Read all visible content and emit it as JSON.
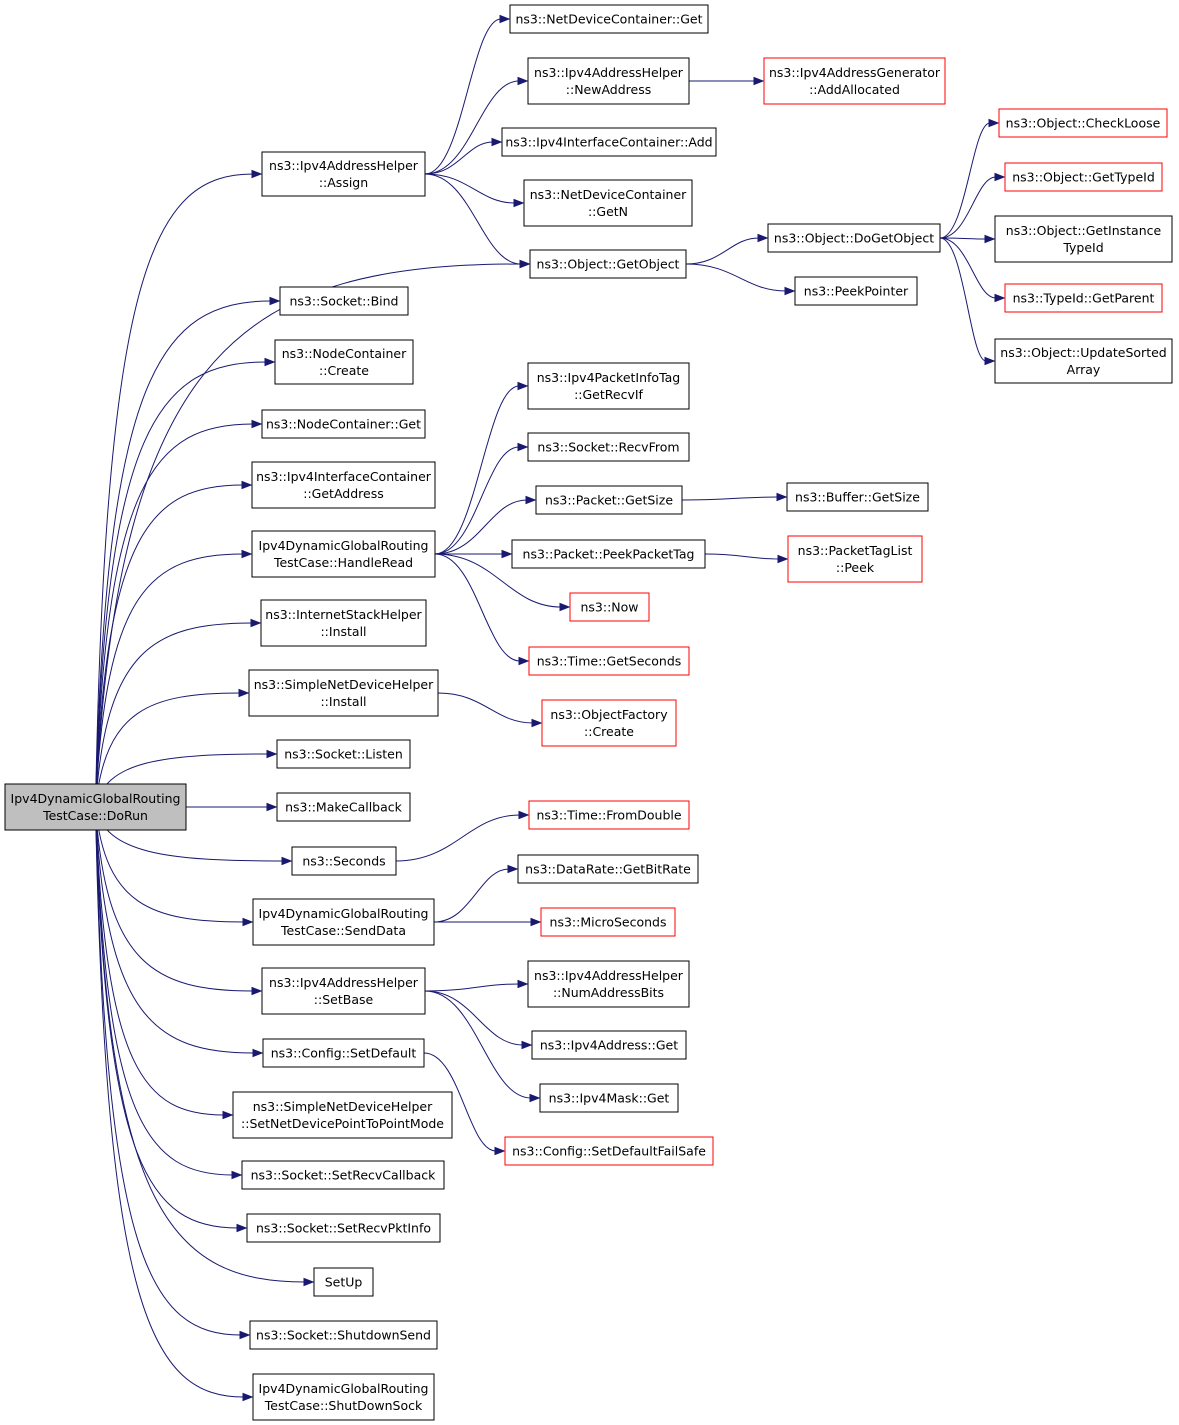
{
  "nodes": [
    {
      "id": "root",
      "lines": [
        "Ipv4DynamicGlobalRouting",
        "TestCase::DoRun"
      ],
      "style": "root"
    },
    {
      "id": "ndc_get",
      "lines": [
        "ns3::NetDeviceContainer::Get"
      ],
      "style": "black"
    },
    {
      "id": "addr_newaddress",
      "lines": [
        "ns3::Ipv4AddressHelper",
        "::NewAddress"
      ],
      "style": "black"
    },
    {
      "id": "addrgen_addallocated",
      "lines": [
        "ns3::Ipv4AddressGenerator",
        "::AddAllocated"
      ],
      "style": "red"
    },
    {
      "id": "ifc_add",
      "lines": [
        "ns3::Ipv4InterfaceContainer::Add"
      ],
      "style": "black"
    },
    {
      "id": "addr_assign",
      "lines": [
        "ns3::Ipv4AddressHelper",
        "::Assign"
      ],
      "style": "black"
    },
    {
      "id": "ndc_getn",
      "lines": [
        "ns3::NetDeviceContainer",
        "::GetN"
      ],
      "style": "black"
    },
    {
      "id": "obj_getobject",
      "lines": [
        "ns3::Object::GetObject"
      ],
      "style": "black"
    },
    {
      "id": "obj_dogetobject",
      "lines": [
        "ns3::Object::DoGetObject"
      ],
      "style": "black"
    },
    {
      "id": "obj_checkloose",
      "lines": [
        "ns3::Object::CheckLoose"
      ],
      "style": "red"
    },
    {
      "id": "obj_gettypeid",
      "lines": [
        "ns3::Object::GetTypeId"
      ],
      "style": "red"
    },
    {
      "id": "obj_getinstancetypeid",
      "lines": [
        "ns3::Object::GetInstance",
        "TypeId"
      ],
      "style": "black"
    },
    {
      "id": "typeid_getparent",
      "lines": [
        "ns3::TypeId::GetParent"
      ],
      "style": "red"
    },
    {
      "id": "obj_updatesortedarray",
      "lines": [
        "ns3::Object::UpdateSorted",
        "Array"
      ],
      "style": "black"
    },
    {
      "id": "peekpointer",
      "lines": [
        "ns3::PeekPointer"
      ],
      "style": "black"
    },
    {
      "id": "socket_bind",
      "lines": [
        "ns3::Socket::Bind"
      ],
      "style": "black"
    },
    {
      "id": "nodec_create",
      "lines": [
        "ns3::NodeContainer",
        "::Create"
      ],
      "style": "black"
    },
    {
      "id": "nodec_get",
      "lines": [
        "ns3::NodeContainer::Get"
      ],
      "style": "black"
    },
    {
      "id": "ifc_getaddress",
      "lines": [
        "ns3::Ipv4InterfaceContainer",
        "::GetAddress"
      ],
      "style": "black"
    },
    {
      "id": "handleread",
      "lines": [
        "Ipv4DynamicGlobalRouting",
        "TestCase::HandleRead"
      ],
      "style": "black"
    },
    {
      "id": "pktinfotag_getrecvif",
      "lines": [
        "ns3::Ipv4PacketInfoTag",
        "::GetRecvIf"
      ],
      "style": "black"
    },
    {
      "id": "socket_recvfrom",
      "lines": [
        "ns3::Socket::RecvFrom"
      ],
      "style": "black"
    },
    {
      "id": "packet_getsize",
      "lines": [
        "ns3::Packet::GetSize"
      ],
      "style": "black"
    },
    {
      "id": "buffer_getsize",
      "lines": [
        "ns3::Buffer::GetSize"
      ],
      "style": "black"
    },
    {
      "id": "packet_peekpackettag",
      "lines": [
        "ns3::Packet::PeekPacketTag"
      ],
      "style": "black"
    },
    {
      "id": "pkttaglist_peek",
      "lines": [
        "ns3::PacketTagList",
        "::Peek"
      ],
      "style": "red"
    },
    {
      "id": "now",
      "lines": [
        "ns3::Now"
      ],
      "style": "red"
    },
    {
      "id": "time_getseconds",
      "lines": [
        "ns3::Time::GetSeconds"
      ],
      "style": "red"
    },
    {
      "id": "ish_install",
      "lines": [
        "ns3::InternetStackHelper",
        "::Install"
      ],
      "style": "black"
    },
    {
      "id": "sndh_install",
      "lines": [
        "ns3::SimpleNetDeviceHelper",
        "::Install"
      ],
      "style": "black"
    },
    {
      "id": "objfactory_create",
      "lines": [
        "ns3::ObjectFactory",
        "::Create"
      ],
      "style": "red"
    },
    {
      "id": "socket_listen",
      "lines": [
        "ns3::Socket::Listen"
      ],
      "style": "black"
    },
    {
      "id": "makecallback",
      "lines": [
        "ns3::MakeCallback"
      ],
      "style": "black"
    },
    {
      "id": "seconds",
      "lines": [
        "ns3::Seconds"
      ],
      "style": "black"
    },
    {
      "id": "time_fromdouble",
      "lines": [
        "ns3::Time::FromDouble"
      ],
      "style": "red"
    },
    {
      "id": "senddata",
      "lines": [
        "Ipv4DynamicGlobalRouting",
        "TestCase::SendData"
      ],
      "style": "black"
    },
    {
      "id": "datarate_getbitrate",
      "lines": [
        "ns3::DataRate::GetBitRate"
      ],
      "style": "black"
    },
    {
      "id": "microseconds",
      "lines": [
        "ns3::MicroSeconds"
      ],
      "style": "red"
    },
    {
      "id": "addr_setbase",
      "lines": [
        "ns3::Ipv4AddressHelper",
        "::SetBase"
      ],
      "style": "black"
    },
    {
      "id": "addr_numaddressbits",
      "lines": [
        "ns3::Ipv4AddressHelper",
        "::NumAddressBits"
      ],
      "style": "black"
    },
    {
      "id": "ipv4address_get",
      "lines": [
        "ns3::Ipv4Address::Get"
      ],
      "style": "black"
    },
    {
      "id": "ipv4mask_get",
      "lines": [
        "ns3::Ipv4Mask::Get"
      ],
      "style": "black"
    },
    {
      "id": "config_setdefault",
      "lines": [
        "ns3::Config::SetDefault"
      ],
      "style": "black"
    },
    {
      "id": "config_setdefaultfailsafe",
      "lines": [
        "ns3::Config::SetDefaultFailSafe"
      ],
      "style": "red"
    },
    {
      "id": "sndh_setp2p",
      "lines": [
        "ns3::SimpleNetDeviceHelper",
        "::SetNetDevicePointToPointMode"
      ],
      "style": "black"
    },
    {
      "id": "socket_setrecvcallback",
      "lines": [
        "ns3::Socket::SetRecvCallback"
      ],
      "style": "black"
    },
    {
      "id": "socket_setrecvpktinfo",
      "lines": [
        "ns3::Socket::SetRecvPktInfo"
      ],
      "style": "black"
    },
    {
      "id": "setup",
      "lines": [
        "SetUp"
      ],
      "style": "black"
    },
    {
      "id": "socket_shutdownsend",
      "lines": [
        "ns3::Socket::ShutdownSend"
      ],
      "style": "black"
    },
    {
      "id": "shutdownsock",
      "lines": [
        "Ipv4DynamicGlobalRouting",
        "TestCase::ShutDownSock"
      ],
      "style": "black"
    }
  ],
  "edges": [
    [
      "root",
      "addr_assign"
    ],
    [
      "root",
      "obj_getobject"
    ],
    [
      "root",
      "socket_bind"
    ],
    [
      "root",
      "nodec_create"
    ],
    [
      "root",
      "nodec_get"
    ],
    [
      "root",
      "ifc_getaddress"
    ],
    [
      "root",
      "handleread"
    ],
    [
      "root",
      "ish_install"
    ],
    [
      "root",
      "sndh_install"
    ],
    [
      "root",
      "socket_listen"
    ],
    [
      "root",
      "makecallback"
    ],
    [
      "root",
      "seconds"
    ],
    [
      "root",
      "senddata"
    ],
    [
      "root",
      "addr_setbase"
    ],
    [
      "root",
      "config_setdefault"
    ],
    [
      "root",
      "sndh_setp2p"
    ],
    [
      "root",
      "socket_setrecvcallback"
    ],
    [
      "root",
      "socket_setrecvpktinfo"
    ],
    [
      "root",
      "setup"
    ],
    [
      "root",
      "socket_shutdownsend"
    ],
    [
      "root",
      "shutdownsock"
    ],
    [
      "addr_assign",
      "ndc_get"
    ],
    [
      "addr_assign",
      "addr_newaddress"
    ],
    [
      "addr_assign",
      "ifc_add"
    ],
    [
      "addr_assign",
      "ndc_getn"
    ],
    [
      "addr_assign",
      "obj_getobject"
    ],
    [
      "addr_newaddress",
      "addrgen_addallocated"
    ],
    [
      "obj_getobject",
      "obj_dogetobject"
    ],
    [
      "obj_getobject",
      "peekpointer"
    ],
    [
      "obj_dogetobject",
      "obj_checkloose"
    ],
    [
      "obj_dogetobject",
      "obj_gettypeid"
    ],
    [
      "obj_dogetobject",
      "obj_getinstancetypeid"
    ],
    [
      "obj_dogetobject",
      "typeid_getparent"
    ],
    [
      "obj_dogetobject",
      "obj_updatesortedarray"
    ],
    [
      "handleread",
      "pktinfotag_getrecvif"
    ],
    [
      "handleread",
      "socket_recvfrom"
    ],
    [
      "handleread",
      "packet_getsize"
    ],
    [
      "handleread",
      "packet_peekpackettag"
    ],
    [
      "handleread",
      "now"
    ],
    [
      "handleread",
      "time_getseconds"
    ],
    [
      "packet_getsize",
      "buffer_getsize"
    ],
    [
      "packet_peekpackettag",
      "pkttaglist_peek"
    ],
    [
      "sndh_install",
      "objfactory_create"
    ],
    [
      "seconds",
      "time_fromdouble"
    ],
    [
      "senddata",
      "datarate_getbitrate"
    ],
    [
      "senddata",
      "microseconds"
    ],
    [
      "addr_setbase",
      "addr_numaddressbits"
    ],
    [
      "addr_setbase",
      "ipv4address_get"
    ],
    [
      "addr_setbase",
      "ipv4mask_get"
    ],
    [
      "config_setdefault",
      "config_setdefaultfailsafe"
    ]
  ]
}
